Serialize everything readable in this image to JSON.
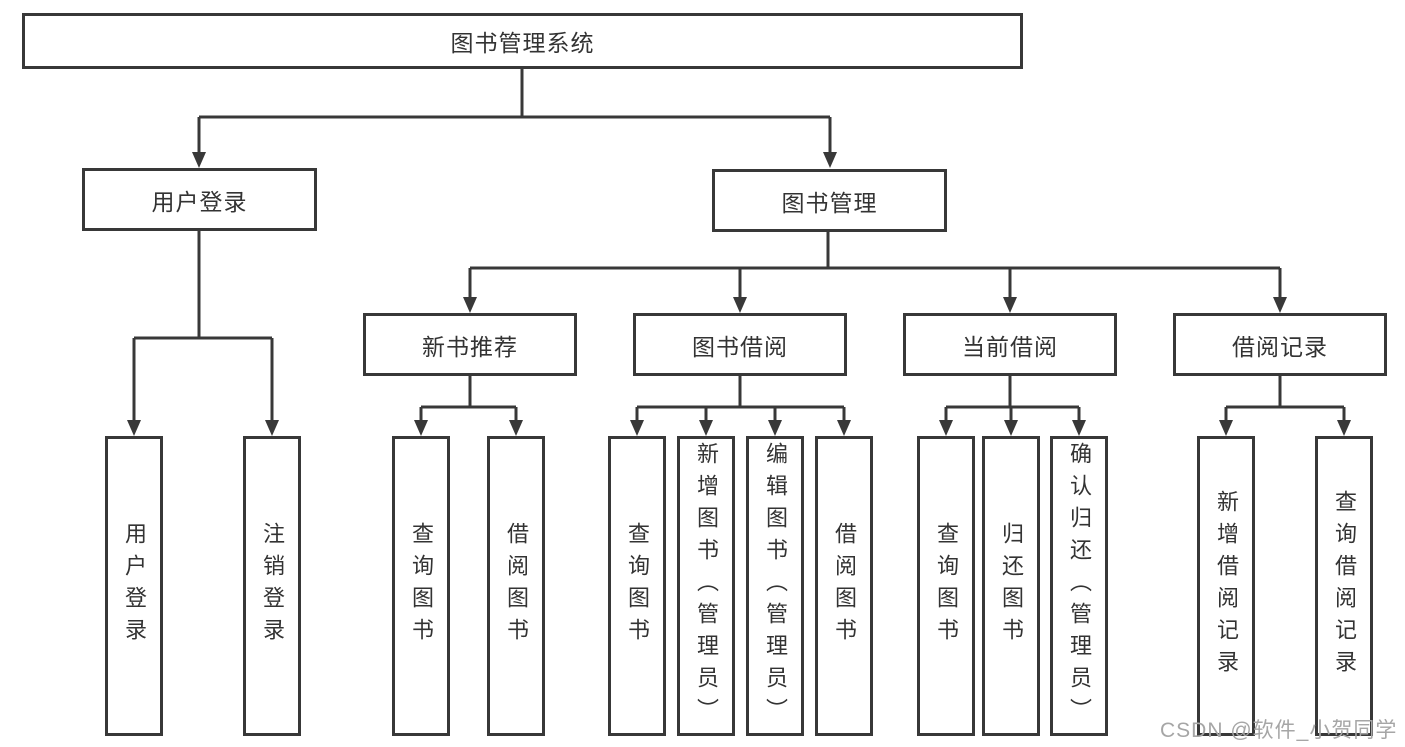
{
  "tree": {
    "root": {
      "label": "图书管理系统"
    },
    "branches": [
      {
        "label": "用户登录",
        "leaves": [
          {
            "label": "用户登录"
          },
          {
            "label": "注销登录"
          }
        ]
      },
      {
        "label": "图书管理",
        "groups": [
          {
            "label": "新书推荐",
            "leaves": [
              {
                "label": "查询图书"
              },
              {
                "label": "借阅图书"
              }
            ]
          },
          {
            "label": "图书借阅",
            "leaves": [
              {
                "label": "查询图书"
              },
              {
                "label": "新增图书（管理员）"
              },
              {
                "label": "编辑图书（管理员）"
              },
              {
                "label": "借阅图书"
              }
            ]
          },
          {
            "label": "当前借阅",
            "leaves": [
              {
                "label": "查询图书"
              },
              {
                "label": "归还图书"
              },
              {
                "label": "确认归还（管理员）"
              }
            ]
          },
          {
            "label": "借阅记录",
            "leaves": [
              {
                "label": "新增借阅记录"
              },
              {
                "label": "查询借阅记录"
              }
            ]
          }
        ]
      }
    ]
  },
  "watermark": {
    "text": "CSDN @软件_小贺同学"
  },
  "colors": {
    "line": "#383838",
    "text": "#333333",
    "background": "#ffffff",
    "watermark": "#a6a6a6"
  }
}
